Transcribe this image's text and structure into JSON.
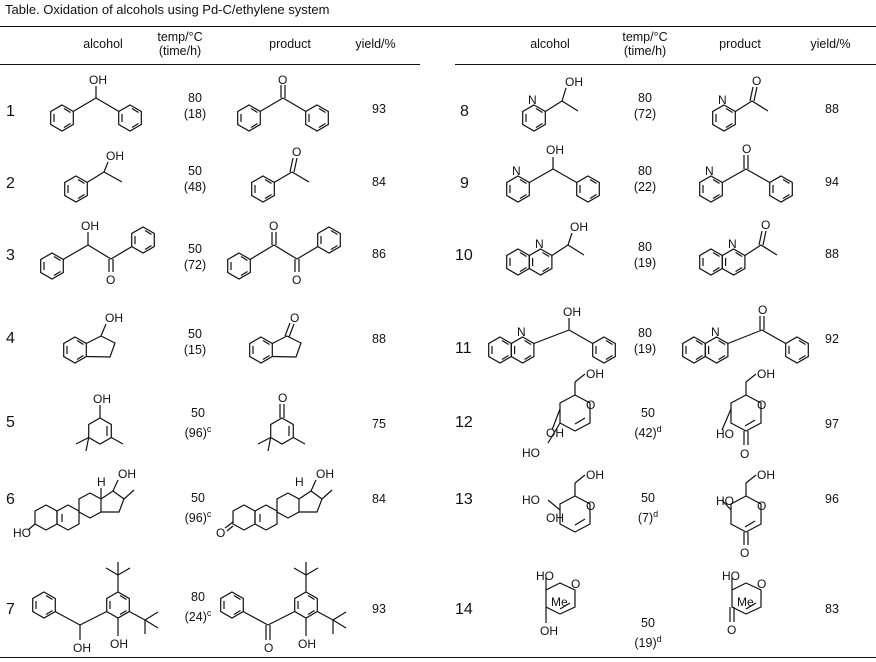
{
  "caption": "Table. Oxidation of alcohols using Pd-C/ethylene system",
  "header": {
    "alcohol": "alcohol",
    "temp": "temp/°C",
    "time": "(time/h)",
    "product": "product",
    "yield": "yield/%"
  },
  "rows": [
    {
      "entry": "1",
      "temp": "80",
      "time": "(18)",
      "note": "",
      "yield": "93"
    },
    {
      "entry": "2",
      "temp": "50",
      "time": "(48)",
      "note": "",
      "yield": "84"
    },
    {
      "entry": "3",
      "temp": "50",
      "time": "(72)",
      "note": "",
      "yield": "86"
    },
    {
      "entry": "4",
      "temp": "50",
      "time": "(15)",
      "note": "",
      "yield": "88"
    },
    {
      "entry": "5",
      "temp": "50",
      "time": "(96)",
      "note": "c",
      "yield": "75"
    },
    {
      "entry": "6",
      "temp": "50",
      "time": "(96)",
      "note": "c",
      "yield": "84"
    },
    {
      "entry": "7",
      "temp": "80",
      "time": "(24)",
      "note": "c",
      "yield": "93"
    },
    {
      "entry": "8",
      "temp": "80",
      "time": "(72)",
      "note": "",
      "yield": "88"
    },
    {
      "entry": "9",
      "temp": "80",
      "time": "(22)",
      "note": "",
      "yield": "94"
    },
    {
      "entry": "10",
      "temp": "80",
      "time": "(19)",
      "note": "",
      "yield": "88"
    },
    {
      "entry": "11",
      "temp": "80",
      "time": "(19)",
      "note": "",
      "yield": "92"
    },
    {
      "entry": "12",
      "temp": "50",
      "time": "(42)",
      "note": "d",
      "yield": "97"
    },
    {
      "entry": "13",
      "temp": "50",
      "time": "(7)",
      "note": "d",
      "yield": "96"
    },
    {
      "entry": "14",
      "temp": "50",
      "time": "(19)",
      "note": "d",
      "yield": "83"
    }
  ],
  "atoms": {
    "oh": "OH",
    "ho": "HO",
    "o": "O",
    "n": "N",
    "h": "H",
    "me": "Me"
  }
}
